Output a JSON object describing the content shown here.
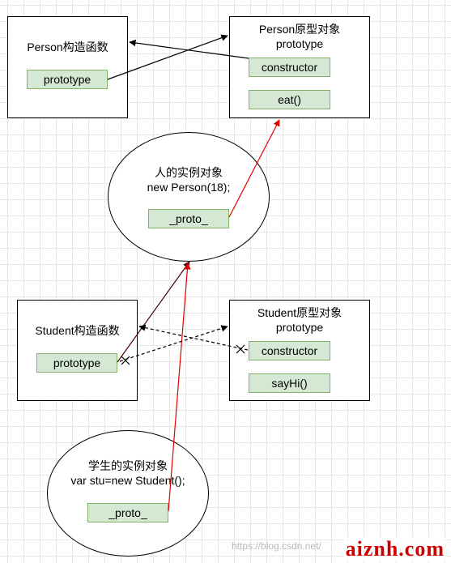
{
  "person_constructor": {
    "title": "Person构造函数",
    "prototype_field": "prototype"
  },
  "person_prototype": {
    "title_line1": "Person原型对象",
    "title_line2": "prototype",
    "constructor_field": "constructor",
    "method_field": "eat()"
  },
  "person_instance": {
    "title_line1": "人的实例对象",
    "title_line2": "new Person(18);",
    "proto_field": "_proto_"
  },
  "student_constructor": {
    "title": "Student构造函数",
    "prototype_field": "prototype"
  },
  "student_prototype": {
    "title_line1": "Student原型对象",
    "title_line2": "prototype",
    "constructor_field": "constructor",
    "method_field": "sayHi()"
  },
  "student_instance": {
    "title_line1": "学生的实例对象",
    "title_line2": "var stu=new Student();",
    "proto_field": "_proto_"
  },
  "watermark": {
    "url": "https://blog.csdn.net/"
  },
  "brand": {
    "text": "aiznh.com"
  },
  "colors": {
    "field_fill": "#d5e8d4",
    "field_border": "#82b366",
    "proto_chain_arrow": "#e00000",
    "broken_link_arrow": "#4a0000",
    "dashed_link": "#000000"
  }
}
